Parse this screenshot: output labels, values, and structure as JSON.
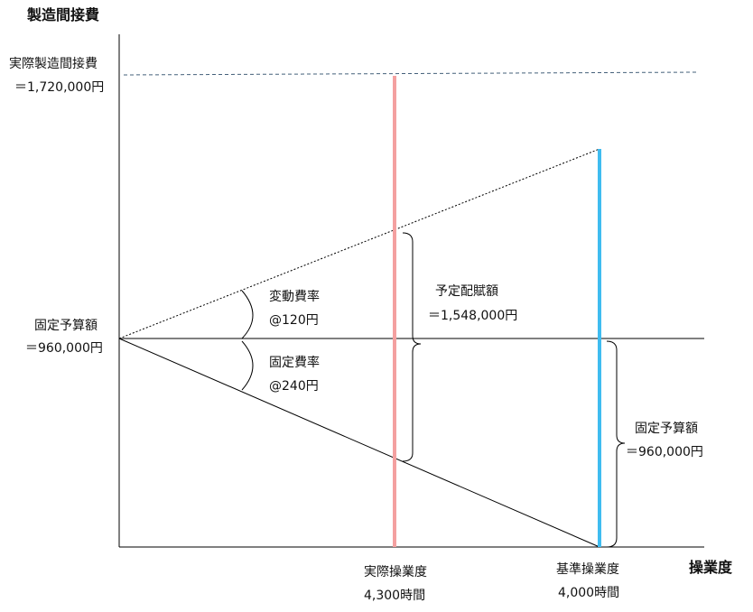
{
  "title": "製造間接費",
  "x_axis_label": "操業度",
  "actual_overhead": {
    "line1": "実際製造間接費",
    "line2": "＝1,720,000円"
  },
  "fixed_budget_left": {
    "line1": "固定予算額",
    "line2": "＝960,000円"
  },
  "variable_rate": {
    "line1": "変動費率",
    "line2": "@120円"
  },
  "fixed_rate": {
    "line1": "固定費率",
    "line2": "@240円"
  },
  "applied_amount": {
    "line1": "予定配賦額",
    "line2": "＝1,548,000円"
  },
  "fixed_budget_right": {
    "line1": "固定予算額",
    "line2": "＝960,000円"
  },
  "actual_activity": {
    "line1": "実際操業度",
    "line2": "4,300時間"
  },
  "standard_activity": {
    "line1": "基準操業度",
    "line2": "4,000時間"
  },
  "colors": {
    "actual_line": "#f4a0a0",
    "standard_line": "#3fbcf0",
    "dashed_top": "#44607a",
    "axis": "#000000"
  }
}
